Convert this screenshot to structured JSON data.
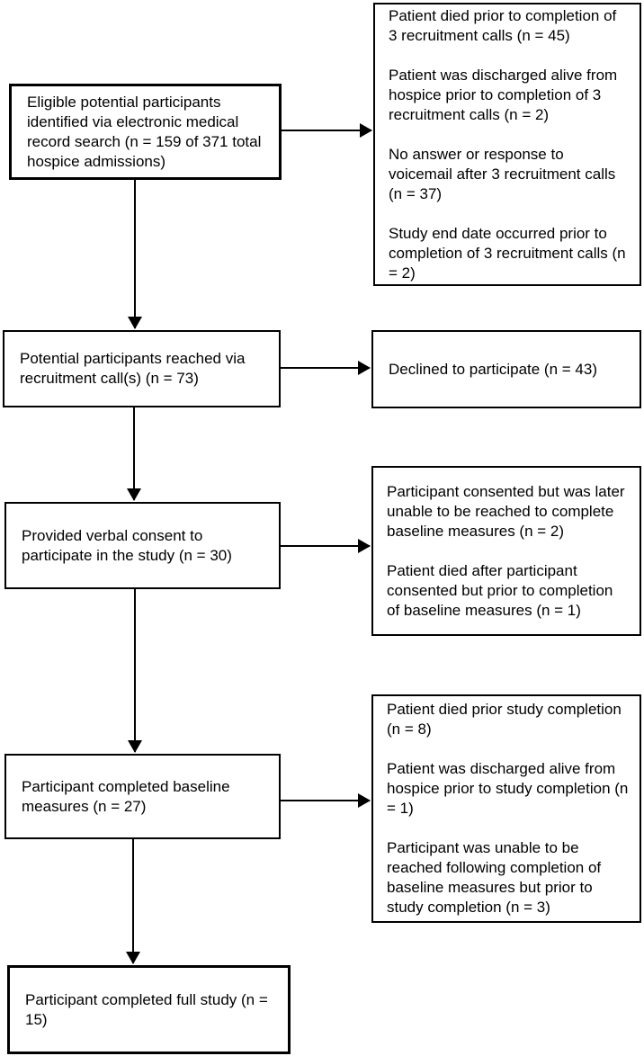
{
  "diagram": {
    "kind": "participant-flow-diagram",
    "colors": {
      "background": "#ffffff",
      "box_fill": "#ffffff",
      "box_border": "#000000",
      "text": "#000000",
      "arrow": "#000000"
    },
    "nodes": {
      "eligible": {
        "text": "Eligible potential participants identified via electronic medical record search (n = 159 of 371 total hospice admissions)"
      },
      "excluded_recruitment": {
        "paragraphs": [
          "Patient died prior to completion of 3 recruitment calls (n = 45)",
          "Patient was discharged alive from hospice prior to completion of 3 recruitment calls (n = 2)",
          "No answer or response to voicemail after 3 recruitment calls (n = 37)",
          "Study end date occurred prior to completion of 3 recruitment calls (n = 2)"
        ]
      },
      "reached": {
        "text": "Potential participants reached via recruitment call(s) (n = 73)"
      },
      "declined": {
        "text": "Declined to participate (n = 43)"
      },
      "consented": {
        "text": "Provided verbal consent to participate in the study (n = 30)"
      },
      "excluded_baseline": {
        "paragraphs": [
          "Participant consented but was later unable to be reached to complete baseline measures (n = 2)",
          "Patient died after participant consented but prior to completion of baseline measures (n = 1)"
        ]
      },
      "baseline": {
        "text": "Participant completed baseline measures (n = 27)"
      },
      "excluded_completion": {
        "paragraphs": [
          "Patient died prior study completion (n = 8)",
          "Patient was discharged alive from hospice prior to study completion (n = 1)",
          "Participant was unable to be reached following completion of baseline measures but prior to study completion (n = 3)"
        ]
      },
      "completed": {
        "text": "Participant completed full study (n = 15)"
      }
    },
    "edges": [
      {
        "from": "eligible",
        "to": "excluded_recruitment"
      },
      {
        "from": "eligible",
        "to": "reached"
      },
      {
        "from": "reached",
        "to": "declined"
      },
      {
        "from": "reached",
        "to": "consented"
      },
      {
        "from": "consented",
        "to": "excluded_baseline"
      },
      {
        "from": "consented",
        "to": "baseline"
      },
      {
        "from": "baseline",
        "to": "excluded_completion"
      },
      {
        "from": "baseline",
        "to": "completed"
      }
    ]
  }
}
